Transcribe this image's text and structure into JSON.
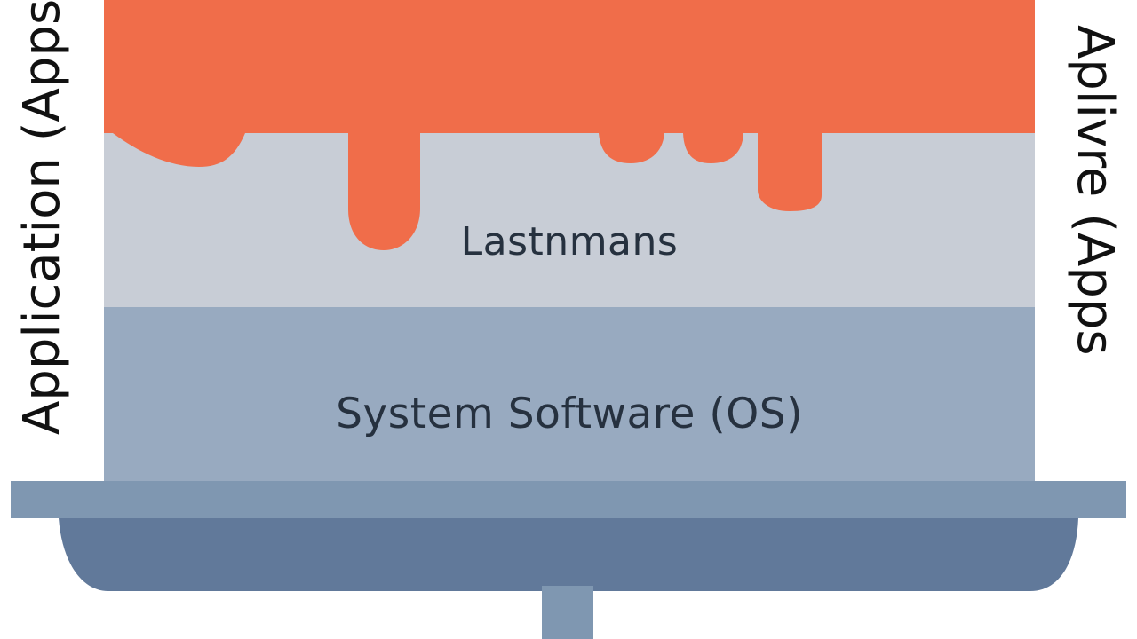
{
  "diagram": {
    "colors": {
      "apps_layer": "#f06d4a",
      "middleware_layer": "#c8cdd6",
      "os_layer": "#98aac0",
      "shelf": "#7f97b1",
      "shelf_base": "#61799a",
      "text": "#26313f"
    },
    "layers": [
      {
        "label": ""
      },
      {
        "label": "Lastnmans"
      },
      {
        "label": "System Software (OS)"
      }
    ],
    "side_labels": {
      "left": "Application (Apps",
      "right": "Aplivre (Apps"
    }
  }
}
